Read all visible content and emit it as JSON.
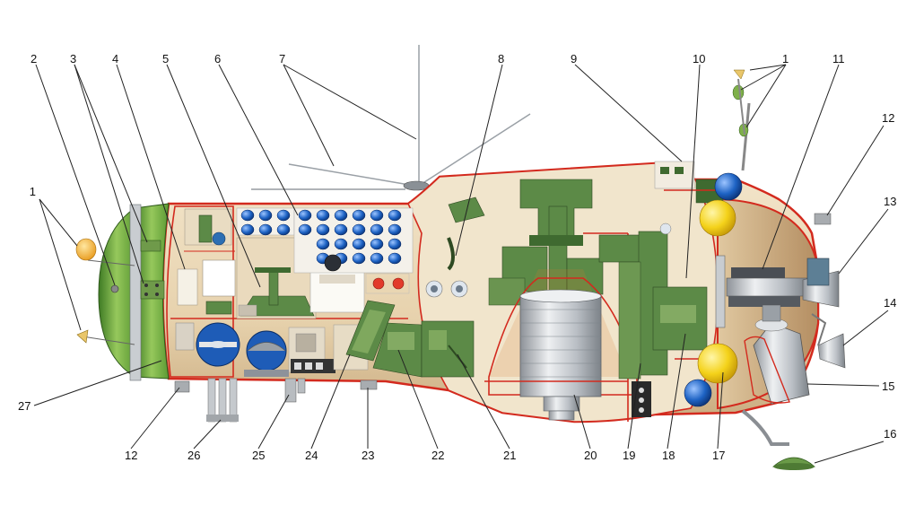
{
  "callouts": [
    {
      "id": "c1a",
      "text": "1"
    },
    {
      "id": "c1b",
      "text": "1"
    },
    {
      "id": "c2",
      "text": "2"
    },
    {
      "id": "c3",
      "text": "3"
    },
    {
      "id": "c4",
      "text": "4"
    },
    {
      "id": "c5",
      "text": "5"
    },
    {
      "id": "c6",
      "text": "6"
    },
    {
      "id": "c7",
      "text": "7"
    },
    {
      "id": "c8",
      "text": "8"
    },
    {
      "id": "c9",
      "text": "9"
    },
    {
      "id": "c10",
      "text": "10"
    },
    {
      "id": "c11",
      "text": "11"
    },
    {
      "id": "c12a",
      "text": "12"
    },
    {
      "id": "c12b",
      "text": "12"
    },
    {
      "id": "c13",
      "text": "13"
    },
    {
      "id": "c14",
      "text": "14"
    },
    {
      "id": "c15",
      "text": "15"
    },
    {
      "id": "c16",
      "text": "16"
    },
    {
      "id": "c17",
      "text": "17"
    },
    {
      "id": "c18",
      "text": "18"
    },
    {
      "id": "c19",
      "text": "19"
    },
    {
      "id": "c20",
      "text": "20"
    },
    {
      "id": "c21",
      "text": "21"
    },
    {
      "id": "c22",
      "text": "22"
    },
    {
      "id": "c23",
      "text": "23"
    },
    {
      "id": "c24",
      "text": "24"
    },
    {
      "id": "c25",
      "text": "25"
    },
    {
      "id": "c26",
      "text": "26"
    },
    {
      "id": "c27",
      "text": "27"
    }
  ],
  "colors": {
    "hull_outline": "#d32a1e",
    "equipment_green": "#5c8a47",
    "interior_beige": "#ead9bd",
    "nose_green": "#7fb04a",
    "tank_yellow": "#f4d21a",
    "tank_blue": "#1e63c4",
    "engine_silver": "#c8ccd0"
  }
}
